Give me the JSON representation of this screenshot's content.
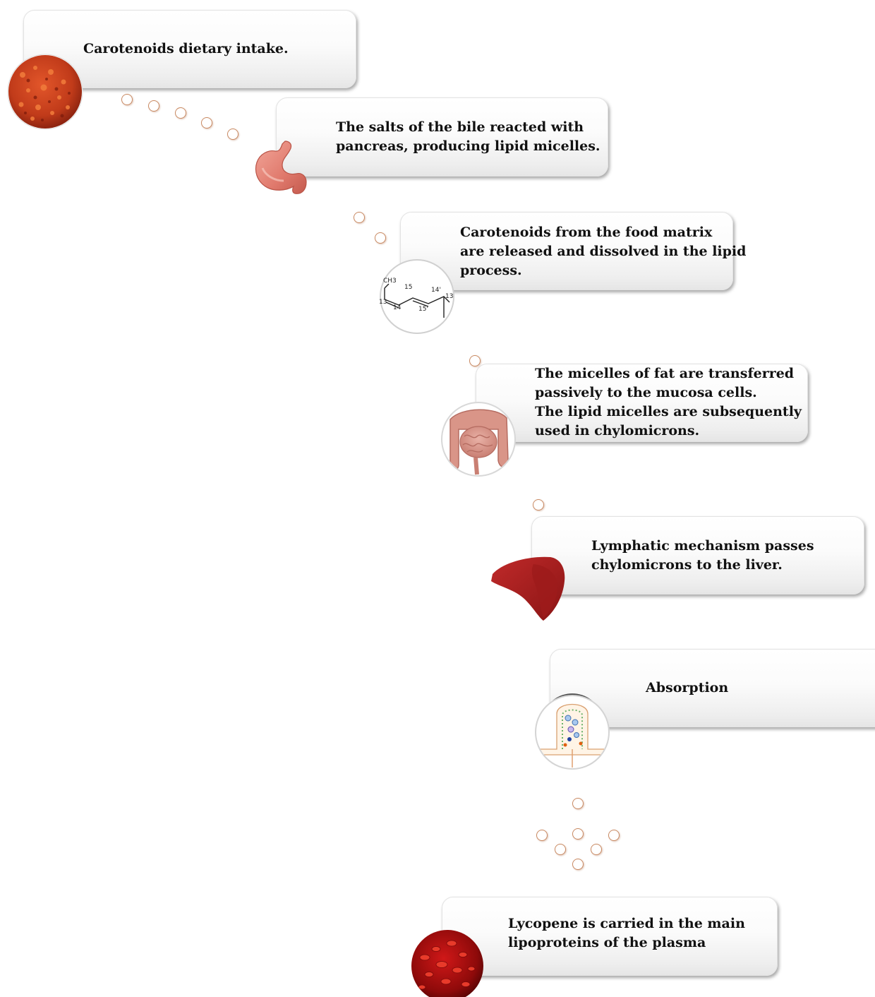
{
  "steps": [
    {
      "id": "intake",
      "text": "Carotenoids dietary intake."
    },
    {
      "id": "bile",
      "text": "The salts of the bile reacted with\npancreas, producing lipid micelles."
    },
    {
      "id": "release",
      "text": "Carotenoids from the food matrix\nare released and dissolved in the lipid\nprocess."
    },
    {
      "id": "micelles",
      "text": "The micelles of fat are transferred\npassively to the mucosa cells.\nThe lipid micelles are subsequently\nused in chylomicrons."
    },
    {
      "id": "lymph",
      "text": "Lymphatic mechanism passes\nchylomicrons to the liver."
    },
    {
      "id": "absorption",
      "text": "Absorption"
    },
    {
      "id": "plasma",
      "text": "Lycopene is carried in the main\nlipoproteins of the plasma"
    }
  ],
  "molecule_labels": [
    "CH3",
    "15",
    "14'",
    "13",
    "14",
    "15'",
    "13"
  ],
  "icons": {
    "intake": "tomato-powder-icon",
    "bile": "stomach-icon",
    "release": "lycopene-molecule-icon",
    "micelles": "intestine-icon",
    "lymph": "liver-icon",
    "absorption": "intestinal-villus-icon",
    "plasma": "blood-cells-icon"
  },
  "colors": {
    "dot_border": "#c98a63",
    "text": "#111111"
  }
}
